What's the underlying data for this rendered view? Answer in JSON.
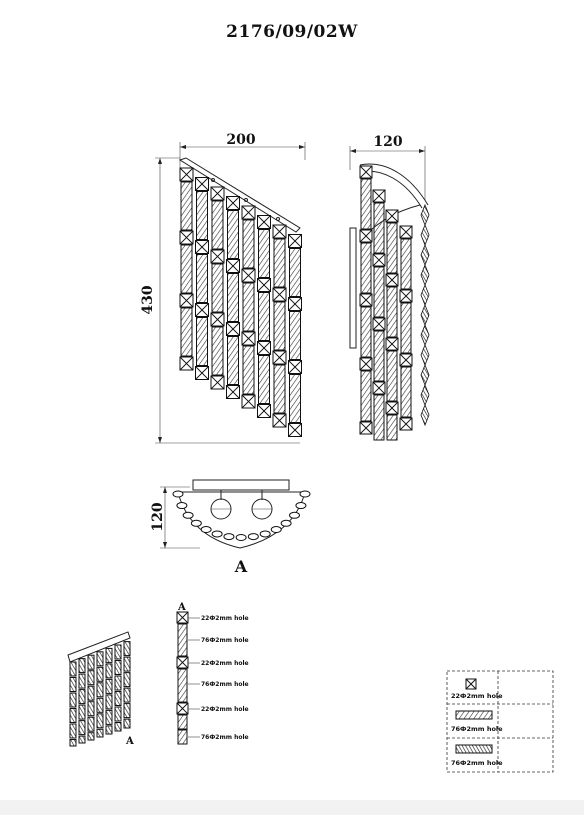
{
  "drawing": {
    "model_code": "2176/09/02W",
    "dim_front_width": "200",
    "dim_side_depth": "120",
    "dim_height": "430",
    "dim_top_depth": "120",
    "view_marker": "A",
    "detail_marker": "A",
    "perspective_marker": "A"
  },
  "strand_labels": [
    "22Ф2mm hole",
    "76Ф2mm hole",
    "22Ф2mm hole",
    "76Ф2mm hole",
    "22Ф2mm hole",
    "76Ф2mm hole"
  ],
  "legend": {
    "items": [
      {
        "icon": "square-crystal-icon",
        "label": "22Ф2mm hole"
      },
      {
        "icon": "long-crystal-icon",
        "label": "76Ф2mm hole"
      },
      {
        "icon": "long-crystal-dark-icon",
        "label": "76Ф2mm hole"
      }
    ]
  }
}
